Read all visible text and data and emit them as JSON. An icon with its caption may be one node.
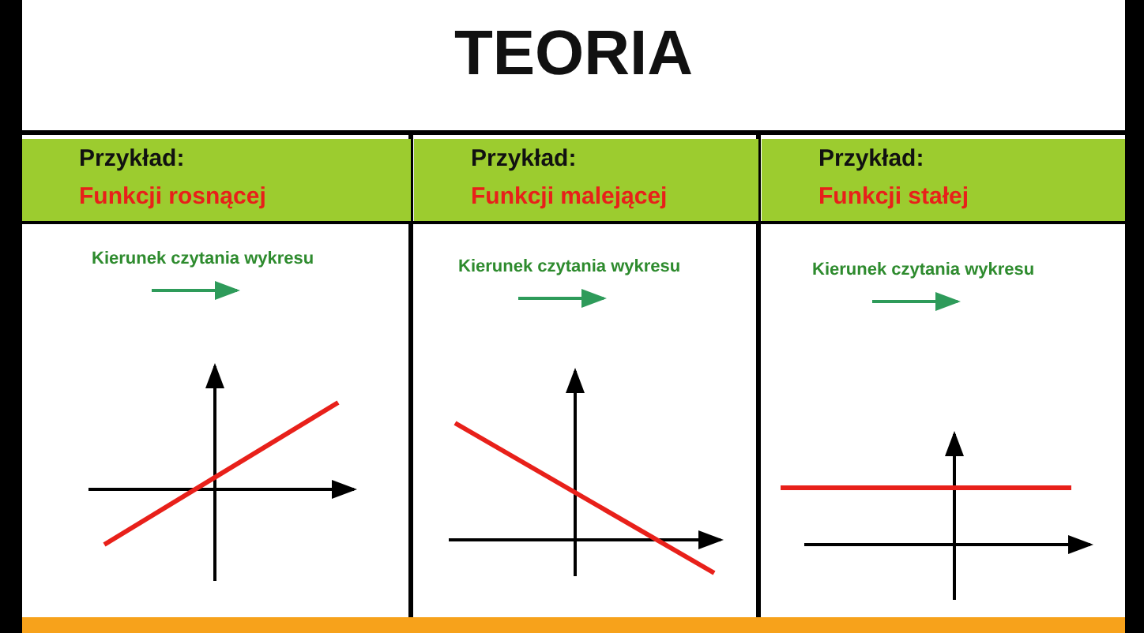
{
  "diagram": {
    "title": "TEORIA",
    "nodes": [
      {
        "text": [
          "Przykład:",
          "Funkcji rosnącej"
        ]
      },
      {
        "text": [
          "Przykład:",
          "Funkcji malejącej"
        ]
      },
      {
        "text": [
          "Przykład:",
          "Funkcji stałej"
        ]
      }
    ],
    "labels": [
      "Kierunek czytania wykresu",
      "Kierunek czytania wykresu",
      "Kierunek czytania wykresu"
    ]
  }
}
